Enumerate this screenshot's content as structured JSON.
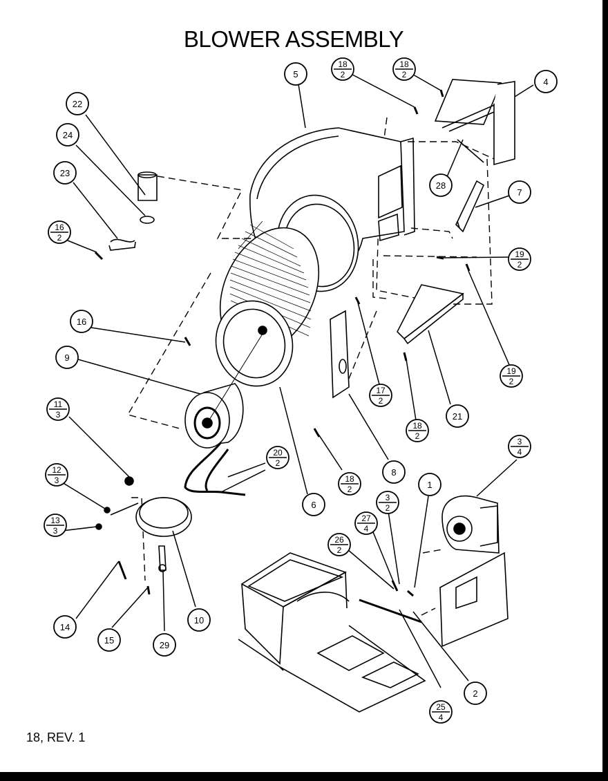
{
  "diagram": {
    "title": "BLOWER ASSEMBLY",
    "footer": "18, REV. 1",
    "callouts": [
      {
        "id": "c5",
        "label": "5"
      },
      {
        "id": "c18a",
        "num": "18",
        "den": "2"
      },
      {
        "id": "c18b",
        "num": "18",
        "den": "2"
      },
      {
        "id": "c4",
        "label": "4"
      },
      {
        "id": "c22",
        "label": "22"
      },
      {
        "id": "c24",
        "label": "24"
      },
      {
        "id": "c23",
        "label": "23"
      },
      {
        "id": "c16a",
        "num": "16",
        "den": "2"
      },
      {
        "id": "c28",
        "label": "28"
      },
      {
        "id": "c7",
        "label": "7"
      },
      {
        "id": "c19a",
        "num": "19",
        "den": "2"
      },
      {
        "id": "c19b",
        "num": "19",
        "den": "2"
      },
      {
        "id": "c16",
        "label": "16"
      },
      {
        "id": "c9",
        "label": "9"
      },
      {
        "id": "c17",
        "num": "17",
        "den": "2"
      },
      {
        "id": "c21",
        "label": "21"
      },
      {
        "id": "c18c",
        "num": "18",
        "den": "2"
      },
      {
        "id": "c11",
        "num": "11",
        "den": "3"
      },
      {
        "id": "c20",
        "num": "20",
        "den": "2"
      },
      {
        "id": "c6",
        "label": "6"
      },
      {
        "id": "c8",
        "label": "8"
      },
      {
        "id": "c18d",
        "num": "18",
        "den": "2"
      },
      {
        "id": "c34",
        "num": "3",
        "den": "4"
      },
      {
        "id": "c12",
        "num": "12",
        "den": "3"
      },
      {
        "id": "c1",
        "label": "1"
      },
      {
        "id": "c32",
        "num": "3",
        "den": "2"
      },
      {
        "id": "c27",
        "num": "27",
        "den": "4"
      },
      {
        "id": "c13",
        "num": "13",
        "den": "3"
      },
      {
        "id": "c26",
        "num": "26",
        "den": "2"
      },
      {
        "id": "c10",
        "label": "10"
      },
      {
        "id": "c14",
        "label": "14"
      },
      {
        "id": "c15",
        "label": "15"
      },
      {
        "id": "c29",
        "label": "29"
      },
      {
        "id": "c2",
        "label": "2"
      },
      {
        "id": "c25",
        "num": "25",
        "den": "4"
      }
    ]
  }
}
